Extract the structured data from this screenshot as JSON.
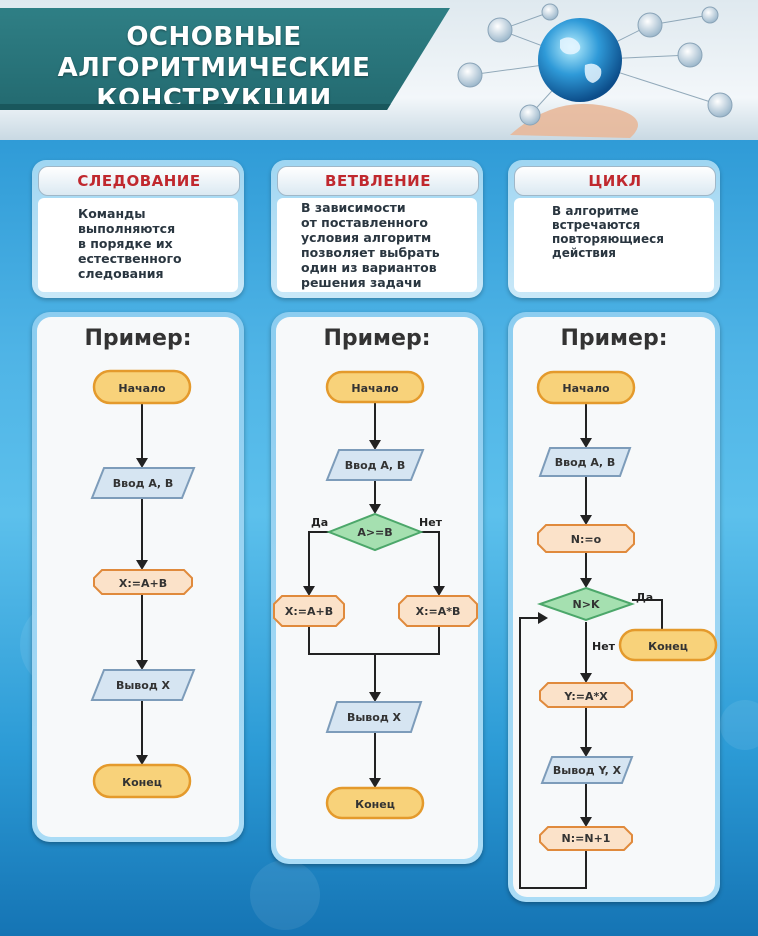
{
  "title": {
    "line1": "ОСНОВНЫЕ",
    "line2": "АЛГОРИТМИЧЕСКИЕ",
    "line3": "КОНСТРУКЦИИ"
  },
  "columns": [
    {
      "header": "СЛЕДОВАНИЕ",
      "description": [
        "Команды",
        "выполняются",
        "в порядке их",
        "естественного",
        "следования"
      ],
      "example_label": "Пример:",
      "flow": {
        "start": "Начало",
        "input": "Ввод А, В",
        "process": "Х:=А+В",
        "output": "Вывод Х",
        "end": "Конец"
      }
    },
    {
      "header": "ВЕТВЛЕНИЕ",
      "description": [
        "В зависимости",
        "от поставленного",
        "условия алгоритм",
        "позволяет выбрать",
        "один из вариантов",
        "решения задачи"
      ],
      "example_label": "Пример:",
      "flow": {
        "start": "Начало",
        "input": "Ввод А, В",
        "condition": "А>=В",
        "yes": "Да",
        "no": "Нет",
        "process_yes": "Х:=А+В",
        "process_no": "Х:=А*В",
        "output": "Вывод Х",
        "end": "Конец"
      }
    },
    {
      "header": "ЦИКЛ",
      "description": [
        "В алгоритме",
        "встречаются",
        "повторяющиеся",
        "действия"
      ],
      "example_label": "Пример:",
      "flow": {
        "start": "Начало",
        "input": "Ввод А, В",
        "init": "N:=o",
        "condition": "N>K",
        "yes": "Да",
        "no": "Нет",
        "end": "Конец",
        "process": "Y:=A*X",
        "output": "Вывод Y, X",
        "increment": "N:=N+1"
      }
    }
  ],
  "colors": {
    "header_text": "#c0282e",
    "terminal_fill": "#f8d27a",
    "terminal_stroke": "#e49a2c",
    "io_fill": "#d6e5f2",
    "io_stroke": "#7d9cba",
    "process_fill": "#fbe2c9",
    "process_stroke": "#e08a3c",
    "decision_fill": "#a5e0b0",
    "decision_stroke": "#4ca76a"
  }
}
